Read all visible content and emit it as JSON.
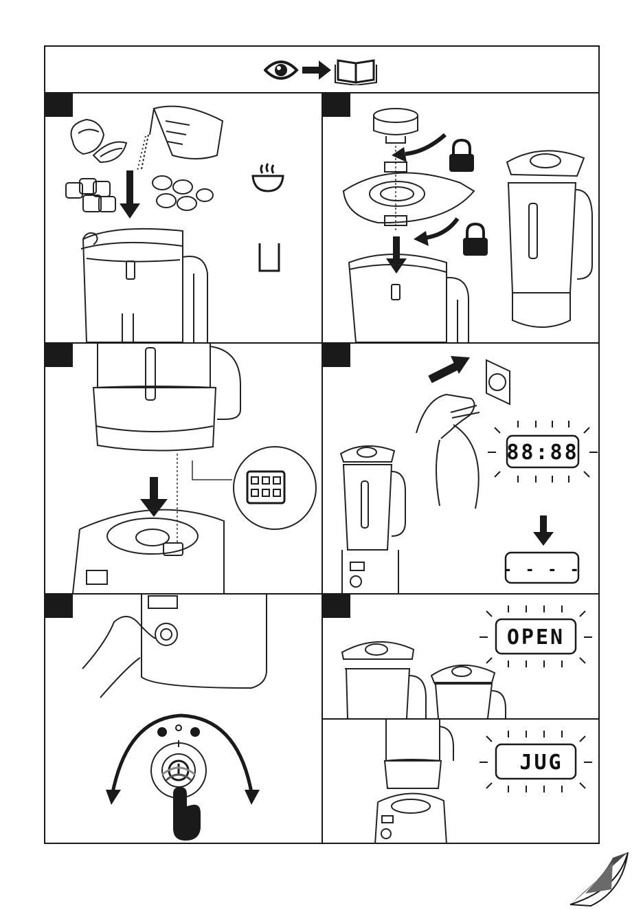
{
  "colors": {
    "ink": "#1a1a1a",
    "line": "#333333",
    "paper": "#ffffff"
  },
  "header": {
    "icons": [
      "eye-icon",
      "arrow-right-icon",
      "book-icon"
    ]
  },
  "panels": [
    {
      "id": "step-1",
      "icons": [
        "soup-bowl-icon",
        "cup-icon"
      ]
    },
    {
      "id": "step-2",
      "icons": [
        "lock-icon",
        "lock-icon"
      ]
    },
    {
      "id": "step-3",
      "icons": [
        "connector-icon"
      ]
    },
    {
      "id": "step-4",
      "display_initial": "88:88",
      "display_after": "- - - -"
    },
    {
      "id": "step-5",
      "icons": [
        "power-icon",
        "hand-press-icon"
      ]
    },
    {
      "id": "step-6a",
      "display": "OPEN"
    },
    {
      "id": "step-6b",
      "display": "JUG"
    }
  ],
  "displays": {
    "test": "88:88",
    "idle": "- - - -",
    "open": "OPEN",
    "jug": "JUG"
  }
}
